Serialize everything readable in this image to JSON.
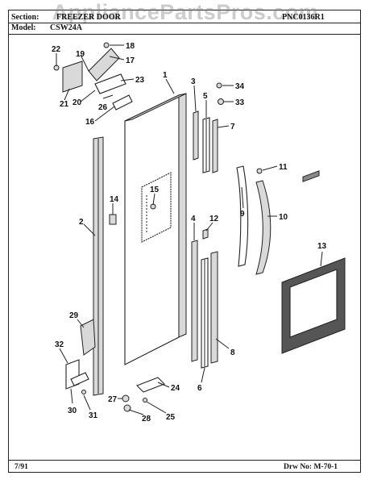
{
  "header": {
    "section_label": "Section:",
    "section_value": "FREEZER DOOR",
    "model_label": "Model:",
    "model_value": "CSW24A",
    "page_id": "PNC0136R1"
  },
  "watermark": "AppliancePartsPros.com",
  "footer": {
    "date": "7/91",
    "drawing": "Drw No: M-70-1"
  },
  "callouts": [
    "1",
    "2",
    "3",
    "4",
    "5",
    "6",
    "7",
    "8",
    "9",
    "10",
    "11",
    "12",
    "13",
    "14",
    "15",
    "16",
    "17",
    "18",
    "19",
    "20",
    "21",
    "22",
    "23",
    "24",
    "25",
    "26",
    "27",
    "28",
    "29",
    "30",
    "31",
    "32",
    "33",
    "34"
  ]
}
